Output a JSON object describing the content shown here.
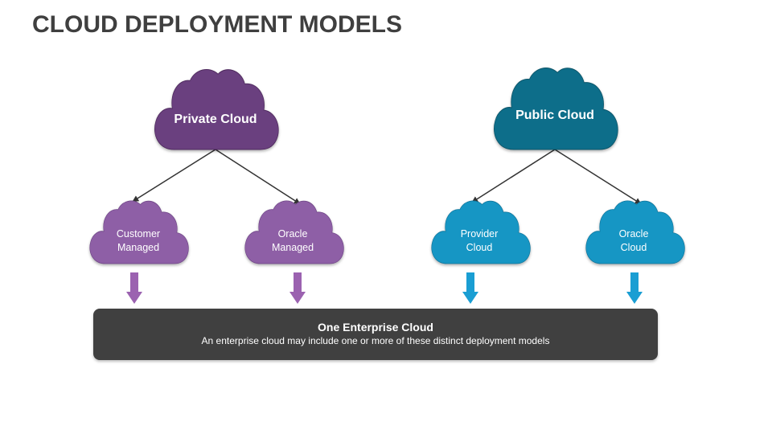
{
  "slide": {
    "title": "CLOUD DEPLOYMENT MODELS"
  },
  "colors": {
    "private": "#6b3f7f",
    "private_light": "#8e5fa6",
    "private_arrow": "#9b62b0",
    "public": "#0d6e8a",
    "public_light": "#1596c4",
    "public_arrow": "#1a9ed3",
    "bar": "#404040",
    "title": "#3f3f3f"
  },
  "diagram": {
    "private_cloud": {
      "label": "Private Cloud",
      "children": [
        {
          "line1": "Customer",
          "line2": "Managed"
        },
        {
          "line1": "Oracle",
          "line2": "Managed"
        }
      ]
    },
    "public_cloud": {
      "label": "Public Cloud",
      "children": [
        {
          "line1": "Provider",
          "line2": "Cloud"
        },
        {
          "line1": "Oracle",
          "line2": "Cloud"
        }
      ]
    }
  },
  "enterprise": {
    "title": "One Enterprise Cloud",
    "subtitle": "An enterprise cloud may include one or more of these distinct deployment models"
  }
}
